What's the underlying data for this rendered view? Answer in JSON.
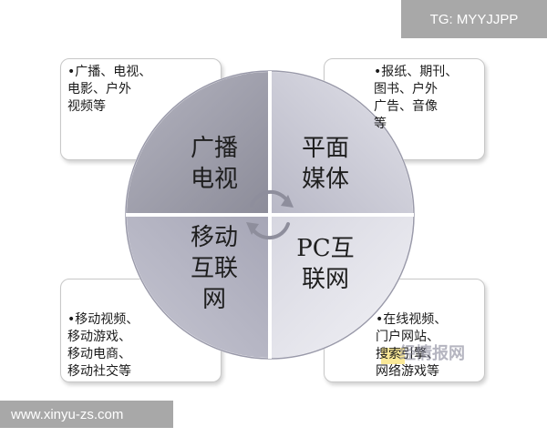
{
  "watermark_top": "TG: MYYJJPP",
  "watermark_bottom": "www.xinyu-zs.com",
  "site_mark": "经情报网",
  "quadrants": {
    "tl": "广播\n电视",
    "tr": "平面\n媒体",
    "bl": "移动\n互联\n网",
    "br": "PC互\n联网"
  },
  "boxes": {
    "tl": "•广播、电视、\n电影、户外\n视频等",
    "tr": "•报纸、期刊、\n图书、户外\n广告、音像\n等",
    "bl": "•移动视频、\n移动游戏、\n移动电商、\n移动社交等",
    "br": "•在线视频、\n门户网站、\n搜索引擎、\n网络游戏等"
  },
  "colors": {
    "tl": "#9a9aa6",
    "tr": "#c9c9d4",
    "bl": "#b5b5c4",
    "br": "#e2e2ea"
  }
}
